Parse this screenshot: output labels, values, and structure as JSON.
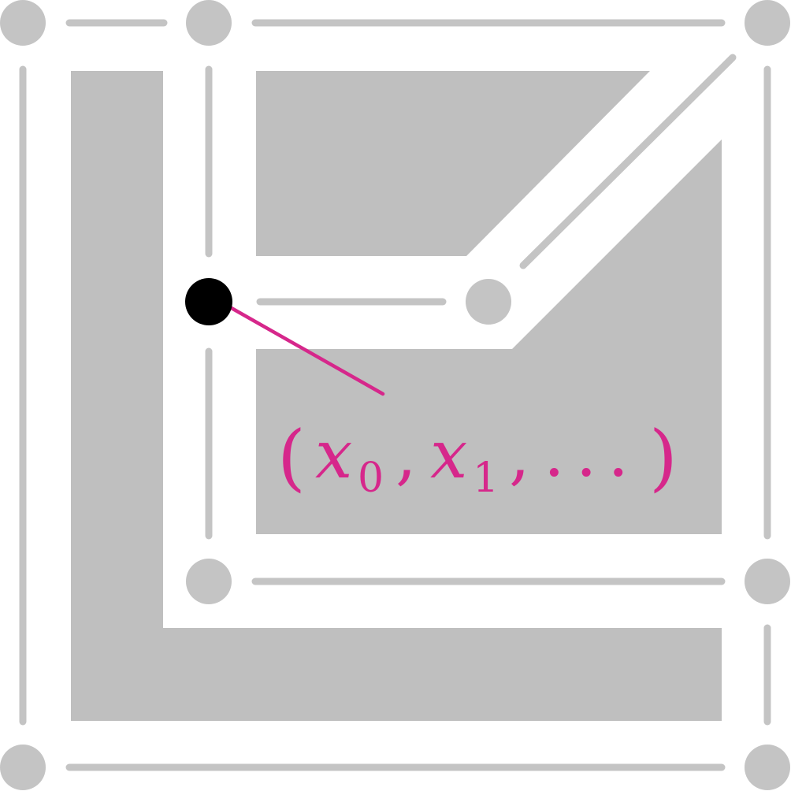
{
  "colors": {
    "background": "#ffffff",
    "region_fill": "#bfbfbf",
    "edge_stroke": "#c4c4c4",
    "vertex_fill": "#c4c4c4",
    "highlight_vertex": "#000000",
    "annotation": "#d6278b"
  },
  "annotation": {
    "open_paren": "(",
    "var": "x",
    "sub0": "0",
    "sep": ",",
    "sub1": "1",
    "ellipsis": "...",
    "close_paren": ")"
  }
}
